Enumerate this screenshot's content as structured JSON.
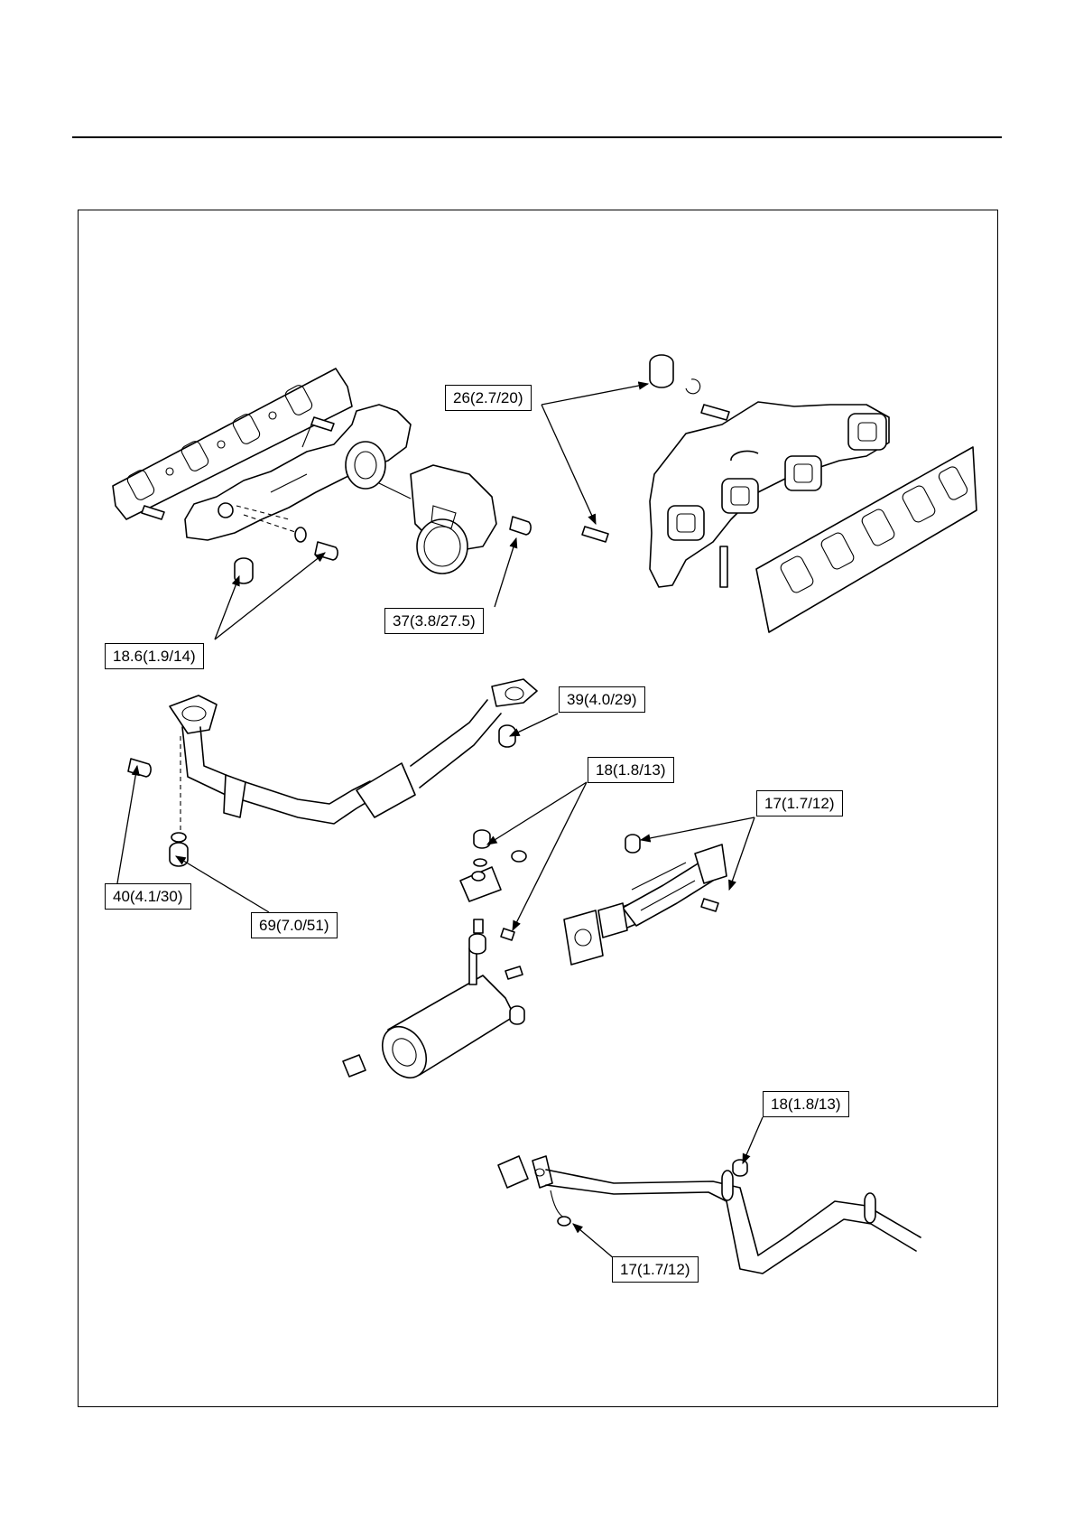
{
  "callouts": {
    "c1": "26(2.7/20)",
    "c2": "18.6(1.9/14)",
    "c3": "37(3.8/27.5)",
    "c4": "39(4.0/29)",
    "c5": "18(1.8/13)",
    "c6": "17(1.7/12)",
    "c7": "40(4.1/30)",
    "c8": "69(7.0/51)",
    "c9": "18(1.8/13)",
    "c10": "17(1.7/12)"
  }
}
